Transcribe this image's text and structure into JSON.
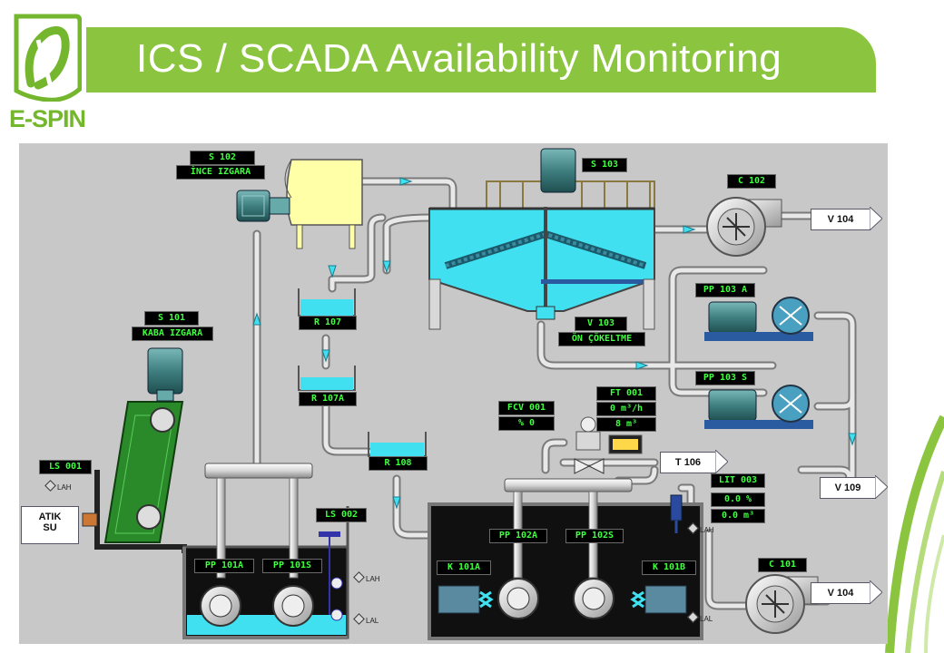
{
  "header": {
    "title": "ICS / SCADA Availability Monitoring",
    "brand": "E-SPIN",
    "accent_color": "#8bc53f"
  },
  "scada": {
    "tags": {
      "s102": "S 102",
      "s102_desc": "İNCE IZGARA",
      "s103": "S 103",
      "c102": "C 102",
      "v104_top": "V 104",
      "pp103a": "PP 103 A",
      "pp103s": "PP 103 S",
      "v103": "V 103",
      "v103_desc": "ÖN ÇÖKELTME",
      "s101": "S 101",
      "s101_desc": "KABA IZGARA",
      "r107": "R 107",
      "r107a": "R 107A",
      "r108": "R 108",
      "fcv001": "FCV 001",
      "fcv001_val": "% 0",
      "ft001": "FT 001",
      "ft001_flow": "0 m³/h",
      "ft001_total": "8 m³",
      "t106": "T 106",
      "v109": "V 109",
      "lit003": "LIT 003",
      "lit003_pct": "0.0 %",
      "lit003_vol": "0.0 m³",
      "ls001": "LS 001",
      "ls002": "LS 002",
      "pp102a": "PP 102A",
      "pp102s": "PP 102S",
      "k101a": "K 101A",
      "k101b": "K 101B",
      "pp101a": "PP 101A",
      "pp101s": "PP 101S",
      "c101": "C 101",
      "v104_bottom": "V 104"
    },
    "inlet": {
      "line1": "ATIK",
      "line2": "SU"
    },
    "alarms": {
      "ls001_lah": "LAH",
      "ls002_lah": "LAH",
      "ls002_lal": "LAL",
      "lit003_lah": "LAH",
      "lit003_lal": "LAL"
    },
    "colors": {
      "background": "#c8c8c8",
      "water": "#40e0f0",
      "pipe": "#e8e8e8",
      "motor": "#4a8a8a",
      "screen": "#2a8a2a",
      "tank_dark": "#101010"
    }
  }
}
